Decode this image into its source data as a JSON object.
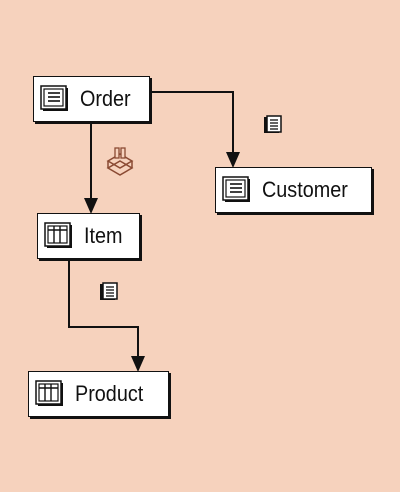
{
  "diagram": {
    "background": "#f6d2bd",
    "nodes": [
      {
        "id": "order",
        "label": "Order",
        "icon": "list-table-icon"
      },
      {
        "id": "customer",
        "label": "Customer",
        "icon": "list-table-icon"
      },
      {
        "id": "item",
        "label": "Item",
        "icon": "grid-table-icon"
      },
      {
        "id": "product",
        "label": "Product",
        "icon": "grid-table-icon"
      }
    ],
    "edges": [
      {
        "from": "order",
        "to": "customer",
        "relationship_icon": "reference-icon"
      },
      {
        "from": "order",
        "to": "item",
        "relationship_icon": "composition-icon"
      },
      {
        "from": "item",
        "to": "product",
        "relationship_icon": "reference-icon"
      }
    ]
  }
}
